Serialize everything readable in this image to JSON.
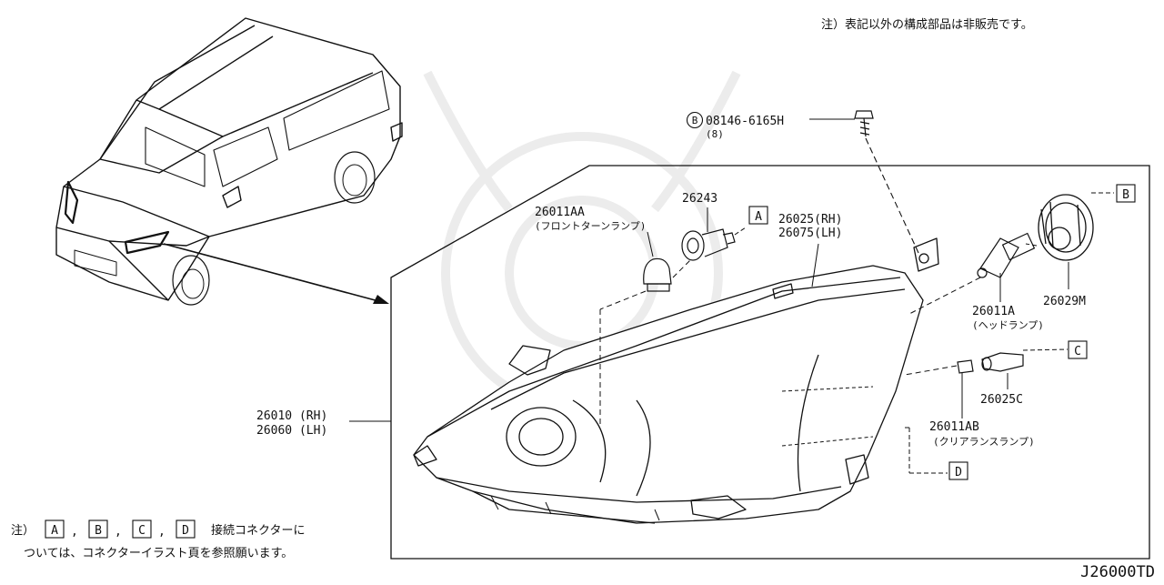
{
  "top_note": "注）表記以外の構成部品は非販売です。",
  "diagram_id": "J26000TD",
  "bottom_note": {
    "prefix": "注）",
    "connectors": [
      "A",
      "B",
      "C",
      "D"
    ],
    "sep": ",",
    "line1_suffix": "接続コネクターに",
    "line2": "ついては、コネクターイラスト頁を参照願います。"
  },
  "parts": {
    "bolt": {
      "marker": "B",
      "number": "08146-6165H",
      "qty": "(8)"
    },
    "front_turn_lamp": {
      "number": "26011AA",
      "desc": "(フロントターンランプ)"
    },
    "socket": {
      "number": "26243"
    },
    "housing_socket": {
      "number_rh": "26025(RH)",
      "number_lh": "26075(LH)"
    },
    "head_lamp_bulb": {
      "number": "26011A",
      "desc": "(ヘッドランプ)"
    },
    "cap": {
      "number": "26029M"
    },
    "clearance_socket": {
      "number": "26025C"
    },
    "clearance_bulb": {
      "number": "26011AB",
      "desc": "(クリアランスランプ)"
    },
    "headlamp_assy": {
      "number_rh": "26010 (RH)",
      "number_lh": "26060 (LH)"
    }
  },
  "connectors": {
    "a": "A",
    "b": "B",
    "c": "C",
    "d": "D"
  }
}
